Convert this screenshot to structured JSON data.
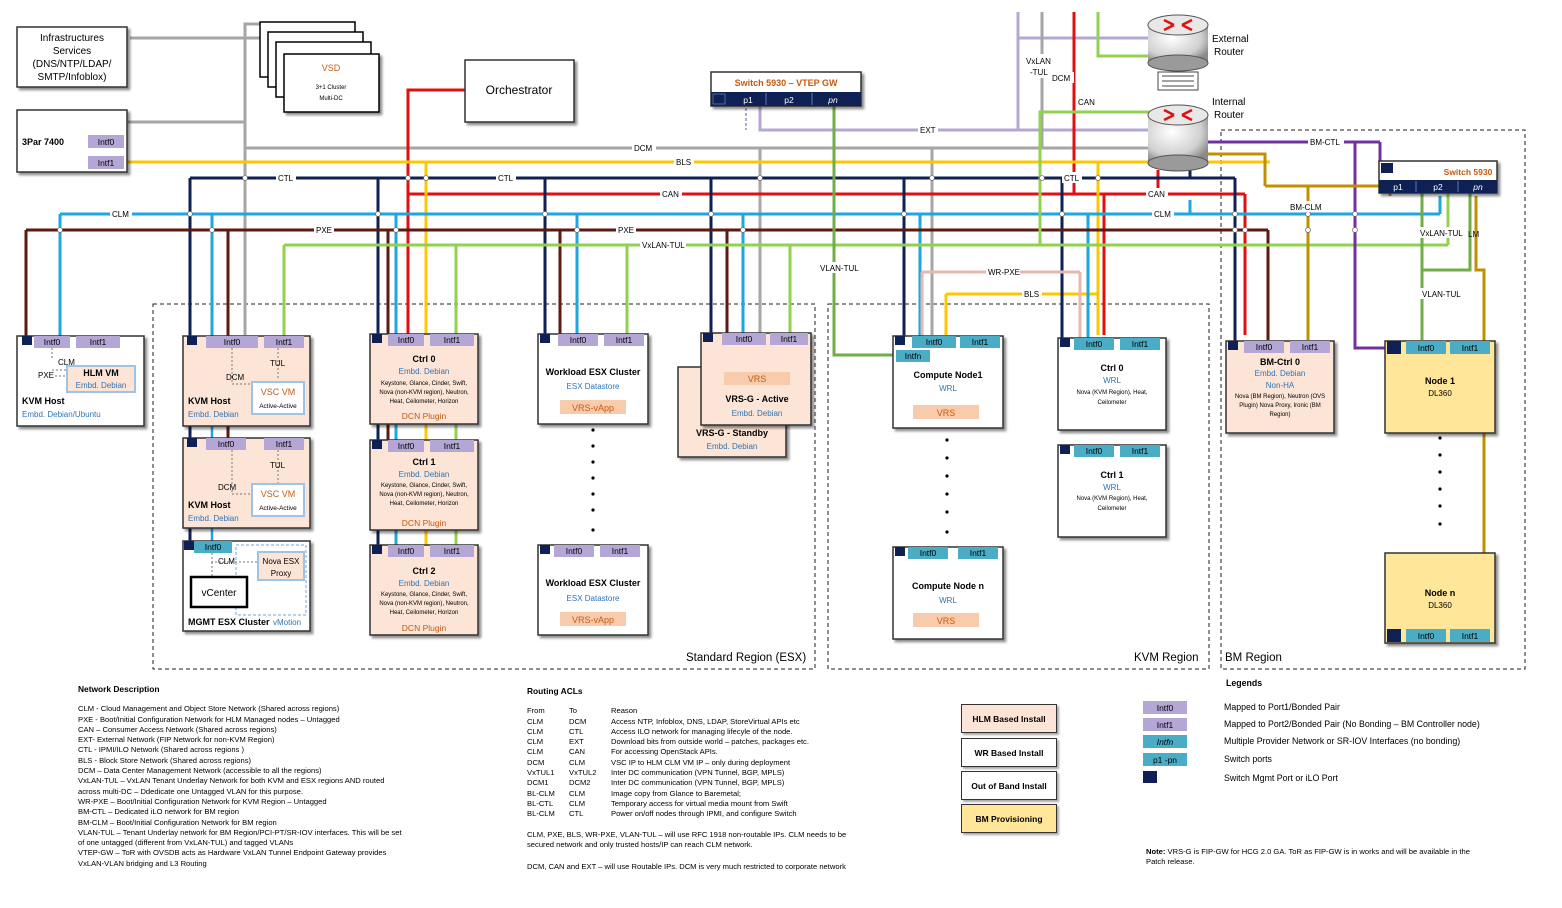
{
  "colors": {
    "clm": "#1ea6e0",
    "pxe": "#5c1a10",
    "can": "#e01010",
    "bls": "#f9c800",
    "ctl": "#0f2054",
    "dcm": "#a6a6a6",
    "vxlan": "#92d050",
    "ext": "#b4a7d6",
    "wrpxe": "#e6b9b0",
    "bmctl": "#7030a0",
    "bmclm": "#c09000",
    "vlantul": "#70ad47",
    "intf0": "#b4a7d6",
    "intf1": "#b4a7d6",
    "intfn": "#4bacc6",
    "port": "#0f2054",
    "node_fill": "#fce4d6",
    "bm_node_fill": "#ffe699",
    "vrs_fill": "#f8cbad"
  },
  "top": {
    "infra": [
      "Infrastructures",
      "Services",
      "(DNS/NTP/LDAP/",
      "SMTP/Infoblox)"
    ],
    "vsd": {
      "title": "VSD",
      "line1": "3+1 Cluster",
      "line2": "Multi-DC"
    },
    "orchestrator": "Orchestrator",
    "threepar": {
      "title": "3Par 7400",
      "intf0": "Intf0",
      "intf1": "Intf1"
    },
    "switch_vtep": {
      "title": "Switch 5930 – VTEP GW",
      "p1": "p1",
      "p2": "p2",
      "pn": "pn"
    },
    "switch_bm": {
      "title": "Switch 5930",
      "p1": "p1",
      "p2": "p2",
      "pn": "pn"
    },
    "external_router": [
      "External",
      "Router"
    ],
    "internal_router": [
      "Internal",
      "Router"
    ]
  },
  "net_labels": {
    "ext": "EXT",
    "dcm": "DCM",
    "bls": "BLS",
    "ctl": "CTL",
    "can": "CAN",
    "clm": "CLM",
    "pxe": "PXE",
    "vxlan_tul": "VxLAN-TUL",
    "vlan_tul": "VLAN-TUL",
    "bm_ctl": "BM-CTL",
    "bm_clm": "BM-CLM",
    "wr_pxe": "WR-PXE",
    "vxlan_tul_top": [
      "VxLAN",
      "-TUL"
    ],
    "vxlan_tul_lm": "VxLAN-TUL",
    "lm": "LM"
  },
  "regions": {
    "standard": "Standard Region (ESX)",
    "kvm": "KVM Region",
    "bm": "BM Region"
  },
  "nodes": {
    "intf0": "Intf0",
    "intf1": "Intf1",
    "intfn": "Intfn",
    "hlm": {
      "title": "KVM Host",
      "sub": "Embd. Debian/Ubuntu",
      "vm": "HLM VM",
      "vmsub": "Embd. Debian",
      "pxe": "PXE",
      "clm": "CLM"
    },
    "kvm1": {
      "title": "KVM Host",
      "sub": "Embd. Debian",
      "vsc": "VSC VM",
      "aa": "Active-Active",
      "dcm": "DCM",
      "tul": "TUL"
    },
    "kvm2": {
      "title": "KVM Host",
      "sub": "Embd. Debian",
      "vsc": "VSC VM",
      "aa": "Active-Active",
      "dcm": "DCM",
      "tul": "TUL"
    },
    "mgmt": {
      "title": "MGMT ESX Cluster",
      "vmotion": "vMotion",
      "vcenter": "vCenter",
      "proxy": [
        "Nova ESX",
        "Proxy"
      ],
      "clm": "CLM"
    },
    "ctrl0": {
      "title": "Ctrl 0",
      "sub": "Embd. Debian",
      "desc": [
        "Keystone, Glance, Cinder, Swift,",
        "Nova (non-KVM region), Neutron,",
        "Heat, Ceilometer, Horizon"
      ],
      "plugin": "DCN Plugin"
    },
    "ctrl1": {
      "title": "Ctrl 1",
      "sub": "Embd. Debian",
      "desc": [
        "Keystone, Glance, Cinder, Swift,",
        "Nova (non-KVM region), Neutron,",
        "Heat, Ceilometer, Horizon"
      ],
      "plugin": "DCN Plugin"
    },
    "ctrl2": {
      "title": "Ctrl 2",
      "sub": "Embd. Debian",
      "desc": [
        "Keystone, Glance, Cinder, Swift,",
        "Nova (non-KVM region), Neutron,",
        "Heat, Ceilometer, Horizon"
      ],
      "plugin": "DCN Plugin"
    },
    "wesx1": {
      "title": "Workload ESX Cluster",
      "sub": "ESX Datastore",
      "vapp": "VRS-vApp"
    },
    "wesx2": {
      "title": "Workload ESX Cluster",
      "sub": "ESX Datastore",
      "vapp": "VRS-vApp"
    },
    "vrsg_active": {
      "vrs": "VRS",
      "title": "VRS-G - Active",
      "sub": "Embd. Debian"
    },
    "vrsg_standby": {
      "title": "VRS-G - Standby",
      "sub": "Embd. Debian"
    },
    "compute1": {
      "title": "Compute Node1",
      "sub": "WRL",
      "vrs": "VRS"
    },
    "computen": {
      "title": "Compute Node n",
      "sub": "WRL",
      "vrs": "VRS"
    },
    "kctrl0": {
      "title": "Ctrl 0",
      "sub": "WRL",
      "desc": [
        "Nova (KVM Region), Heat,",
        "Ceilometer"
      ]
    },
    "kctrl1": {
      "title": "Ctrl 1",
      "sub": "WRL",
      "desc": [
        "Nova (KVM Region), Heat,",
        "Ceilometer"
      ]
    },
    "bmctrl": {
      "title": "BM-Ctrl 0",
      "sub": "Embd. Debian",
      "ha": "Non-HA",
      "desc": [
        "Nova (BM Region), Neutron (OVS",
        "Plugin) Nova Proxy, Ironic (BM",
        "Region)"
      ]
    },
    "node1": {
      "title": "Node 1",
      "sub": "DL360"
    },
    "noden": {
      "title": "Node n",
      "sub": "DL360"
    }
  },
  "network_description": {
    "heading": "Network Description",
    "lines": [
      "CLM - Cloud Management and Object Store Network  (Shared across regions)",
      "PXE - Boot/Initial Configuration Network  for HLM Managed nodes – Untagged",
      "CAN – Consumer Access Network (Shared across regions)",
      "EXT- External Network (FIP Network for non-KVM Region)",
      "CTL - IPMI/ILO Network (Shared across regions )",
      "BLS - Block Store Network (Shared across regions)",
      "DCM – Data Center Management Network (accessible to all the regions)",
      "VxLAN-TUL – VxLAN Tenant Underlay Network for both KVM and ESX regions AND routed",
      "across multi-DC – Ddedicate one Untagged VLAN for this purpose.",
      "WR-PXE – Boot/Initial Configuration Network for KVM Region  – Untagged",
      "BM-CTL – Dedicated iLO network for BM region",
      "BM-CLM – Boot/Initial Configuration Network for BM region",
      "VLAN-TUL – Tenant Underlay network for BM Region/PCI-PT/SR-IOV interfaces. This will be set",
      "of one untagged (different from VxLAN-TUL) and tagged VLANs",
      "VTEP-GW – ToR with OVSDB acts as Hardware VxLAN Tunnel Endpoint Gateway provides",
      "VxLAN-VLAN bridging and L3 Routing"
    ]
  },
  "routing_acls": {
    "heading": "Routing ACLs",
    "columns": [
      "From",
      "To",
      "Reason"
    ],
    "rows": [
      [
        "CLM",
        "DCM",
        "Access NTP, Infoblox, DNS, LDAP, StoreVirtual APIs etc"
      ],
      [
        "CLM",
        "CTL",
        "Access ILO network for managing lifecyle of the node."
      ],
      [
        "CLM",
        "EXT",
        "Download bits from outside world – patches, packages etc."
      ],
      [
        "CLM",
        "CAN",
        "For accessing OpenStack APIs."
      ],
      [
        "DCM",
        "CLM",
        "VSC IP to HLM CLM VM IP – only during deployment"
      ],
      [
        "VxTUL1",
        "VxTUL2",
        "Inter DC communication (VPN Tunnel, BGP, MPLS)"
      ],
      [
        "DCM1",
        "DCM2",
        "Inter DC communication (VPN Tunnel, BGP, MPLS)"
      ],
      [
        "BL-CLM",
        "CLM",
        "Image copy from Glance to Baremetal;"
      ],
      [
        "BL-CTL",
        "CLM",
        "Temporary access for virtual media mount from Swift"
      ],
      [
        "BL-CLM",
        "CTL",
        "Power on/off nodes through IPMI, and configure Switch"
      ]
    ],
    "note1": [
      "CLM, PXE, BLS, WR-PXE, VLAN-TUL – will use RFC 1918 non-routable IPs. CLM needs to be",
      "secured network and only trusted hosts/IP can reach CLM network."
    ],
    "note2": "DCM, CAN and EXT – will use Routable IPs. DCM is very much restricted to corporate network"
  },
  "install_boxes": [
    "HLM Based Install",
    "WR Based Install",
    "Out of Band Install",
    "BM Provisioning"
  ],
  "legends": {
    "heading": "Legends",
    "items": [
      {
        "swatch": "Intf0",
        "text": "Mapped to Port1/Bonded Pair"
      },
      {
        "swatch": "Intf1",
        "text": "Mapped to Port2/Bonded Pair (No Bonding – BM Controller node)"
      },
      {
        "swatch": "Intfn",
        "text": "Multiple Provider Network or SR-IOV Interfaces (no bonding)"
      },
      {
        "swatch": "p1 -pn",
        "text": "Switch ports"
      },
      {
        "swatch": "",
        "text": "Switch Mgmt Port or iLO Port"
      }
    ],
    "note_label": "Note:",
    "note": [
      "VRS-G is FIP-GW for HCG 2.0 GA. ToR as FIP-GW is in works and will be available in the",
      "Patch release."
    ]
  }
}
